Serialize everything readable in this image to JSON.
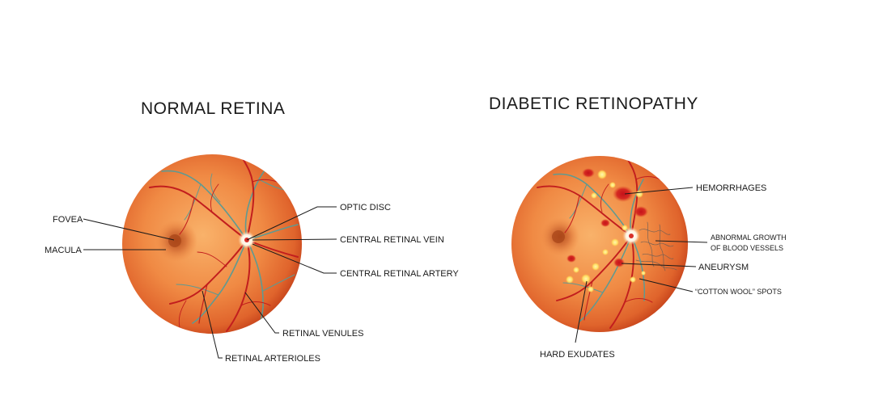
{
  "normal": {
    "title": "NORMAL RETINA",
    "labels": {
      "fovea": "FOVEA",
      "macula": "MACULA",
      "optic_disc": "OPTIC DISC",
      "central_retinal_vein": "CENTRAL RETINAL VEIN",
      "central_retinal_artery": "CENTRAL RETINAL ARTERY",
      "retinal_venules": "RETINAL VENULES",
      "retinal_arterioles": "RETINAL ARTERIOLES"
    }
  },
  "diabetic": {
    "title": "DIABETIC RETINOPATHY",
    "labels": {
      "hemorrhages": "HEMORRHAGES",
      "abnormal_growth_line1": "ABNORMAL GROWTH",
      "abnormal_growth_line2": "OF BLOOD VESSELS",
      "aneurysm": "ANEURYSM",
      "cotton_wool": "“COTTON WOOL” SPOTS",
      "hard_exudates": "HARD EXUDATES"
    }
  },
  "colors": {
    "retina_center": "#f7a25a",
    "retina_mid": "#ef7a3c",
    "retina_edge": "#c8401b",
    "artery": "#c21e1e",
    "vein_teal": "#5e9a92",
    "exudate": "#ffe066"
  }
}
